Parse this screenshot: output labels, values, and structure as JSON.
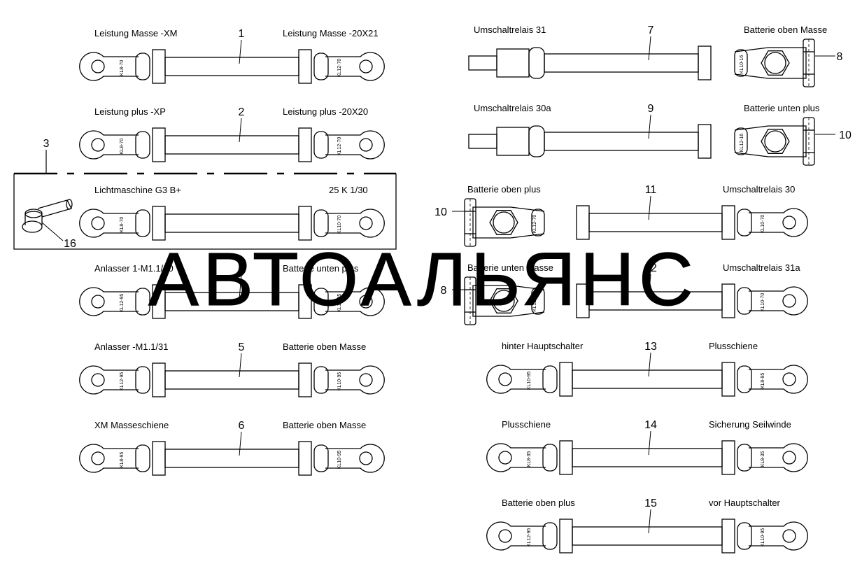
{
  "diagram": {
    "watermark": "АВТОАЛЬЯНС",
    "cables": [
      {
        "num": "1",
        "left_label": "Leistung Masse -XM",
        "right_label": "Leistung Masse -20X21",
        "left_code": "KL8-70",
        "right_code": "KL12-70"
      },
      {
        "num": "2",
        "left_label": "Leistung plus -XP",
        "right_label": "Leistung plus -20X20",
        "left_code": "KL8-70",
        "right_code": "KL12-70"
      },
      {
        "num": "",
        "left_label": "Lichtmaschine G3 B+",
        "right_label": "25 K 1/30",
        "left_code": "KL8-70",
        "right_code": "KL10-70"
      },
      {
        "num": "4",
        "left_label": "Anlasser 1-M1.1/30",
        "right_label": "Batterie unten plus",
        "left_code": "KL12-95",
        "right_code": "KL12-95"
      },
      {
        "num": "5",
        "left_label": "Anlasser -M1.1/31",
        "right_label": "Batterie oben Masse",
        "left_code": "KL12-95",
        "right_code": "KL10-95"
      },
      {
        "num": "6",
        "left_label": "XM Masseschiene",
        "right_label": "Batterie oben Masse",
        "left_code": "KL8-95",
        "right_code": "KL10-95"
      },
      {
        "num": "7",
        "left_label": "Umschaltrelais 31",
        "right_label": "Batterie oben Masse",
        "left_code": "",
        "right_code": "KL10-16"
      },
      {
        "num": "9",
        "left_label": "Umschaltrelais 30a",
        "right_label": "Batterie unten plus",
        "left_code": "",
        "right_code": "KL12-16"
      },
      {
        "num": "11",
        "left_label": "Batterie oben plus",
        "right_label": "Umschaltrelais 30",
        "left_code": "KL12-70",
        "right_code": "KL10-70"
      },
      {
        "num": "12",
        "left_label": "Batterie unten Masse",
        "right_label": "Umschaltrelais 31a",
        "left_code": "KL12-70",
        "right_code": "KL10-70"
      },
      {
        "num": "13",
        "left_label": "hinter Hauptschalter",
        "right_label": "Plusschiene",
        "left_code": "KL10-95",
        "right_code": "KL8-95"
      },
      {
        "num": "14",
        "left_label": "Plusschiene",
        "right_label": "Sicherung Seilwinde",
        "left_code": "KL8-35",
        "right_code": "KL8-35"
      },
      {
        "num": "15",
        "left_label": "Batterie oben plus",
        "right_label": "vor Hauptschalter",
        "left_code": "KL12-95",
        "right_code": "KL10-95"
      }
    ],
    "callouts": [
      {
        "text": "3"
      },
      {
        "text": "16"
      },
      {
        "text": "8"
      },
      {
        "text": "10"
      },
      {
        "text": "10"
      },
      {
        "text": "8"
      }
    ]
  }
}
